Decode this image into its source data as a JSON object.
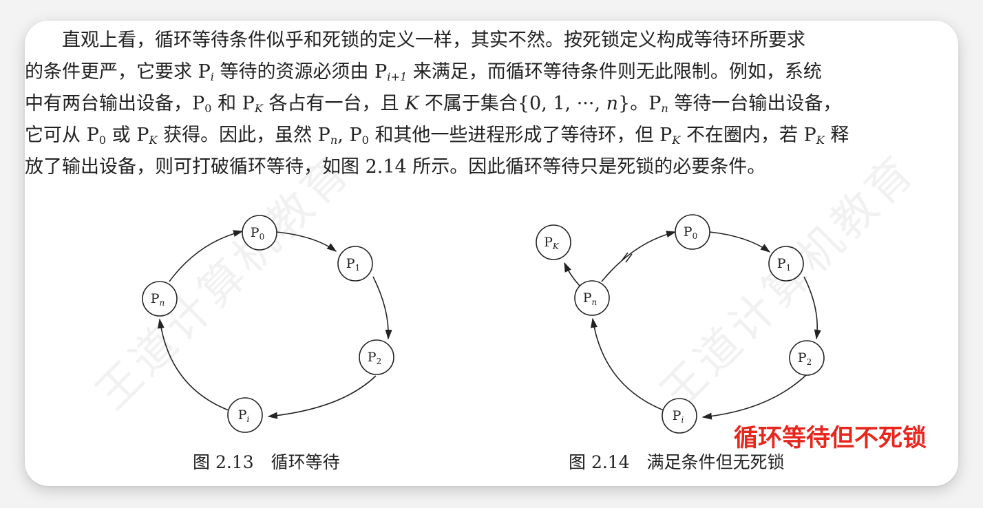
{
  "paragraph": {
    "lines": [
      "　　直观上看，循环等待条件似乎和死锁的定义一样，其实不然。按死锁定义构成等待环所要求",
      "的条件更严，它要求 P",
      "中有两台输出设备，P",
      "它可从 P",
      "放了输出设备，则可打破循环等待，如图 2.14 所示。因此循环等待只是死锁的必要条件。"
    ],
    "l2": {
      "a": "的条件更严，它要求 P",
      "sub1": "i",
      "b": " 等待的资源必须由 P",
      "sub2": "i+1",
      "c": " 来满足，而循环等待条件则无此限制。例如，系统"
    },
    "l3": {
      "a": "中有两台输出设备，P",
      "sub1": "0",
      "b": " 和 P",
      "sub2": "K",
      "c": " 各占有一台，且 ",
      "k": "K",
      "d": " 不属于集合{0, 1, ···, ",
      "n": "n",
      "e": "}。P",
      "sub3": "n",
      "f": " 等待一台输出设备，"
    },
    "l4": {
      "a": "它可从 P",
      "sub1": "0",
      "b": " 或 P",
      "sub2": "K",
      "c": " 获得。因此，虽然 P",
      "sub3": "n",
      "d": ", P",
      "sub4": "0",
      "e": " 和其他一些进程形成了等待环，但 P",
      "sub5": "K",
      "f": " 不在圈内，若 P",
      "sub6": "K",
      "g": " 释"
    }
  },
  "figure_left": {
    "caption": "图 2.13　循环等待",
    "nodes": [
      {
        "id": "p0",
        "label": "P",
        "sub": "0"
      },
      {
        "id": "p1",
        "label": "P",
        "sub": "1"
      },
      {
        "id": "p2",
        "label": "P",
        "sub": "2"
      },
      {
        "id": "pi",
        "label": "P",
        "sub": "i"
      },
      {
        "id": "pn",
        "label": "P",
        "sub": "n"
      }
    ]
  },
  "figure_right": {
    "caption": "图 2.14　满足条件但无死锁",
    "nodes": [
      {
        "id": "pk",
        "label": "P",
        "sub": "K"
      },
      {
        "id": "p0",
        "label": "P",
        "sub": "0"
      },
      {
        "id": "p1",
        "label": "P",
        "sub": "1"
      },
      {
        "id": "p2",
        "label": "P",
        "sub": "2"
      },
      {
        "id": "pi",
        "label": "P",
        "sub": "i"
      },
      {
        "id": "pn",
        "label": "P",
        "sub": "n"
      }
    ]
  },
  "annotation": "循环等待但不死锁",
  "watermark": "王道计算机教育",
  "colors": {
    "annotation": "#e8261d",
    "text": "#222222"
  }
}
